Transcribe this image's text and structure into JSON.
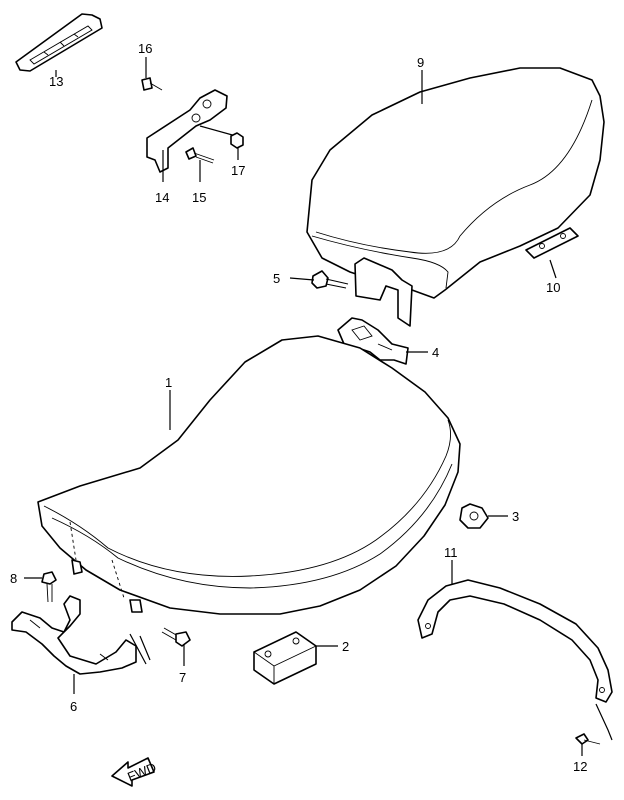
{
  "diagram": {
    "callouts": [
      "1",
      "2",
      "3",
      "4",
      "5",
      "6",
      "7",
      "8",
      "9",
      "10",
      "11",
      "12",
      "13",
      "14",
      "15",
      "16",
      "17"
    ],
    "arrow_text": "FWD",
    "parts": [
      {
        "num": "1",
        "icon": "front-seat-icon"
      },
      {
        "num": "2",
        "icon": "rubber-cushion-icon"
      },
      {
        "num": "3",
        "icon": "nut-icon"
      },
      {
        "num": "4",
        "icon": "bracket-icon"
      },
      {
        "num": "5",
        "icon": "bolt-icon"
      },
      {
        "num": "6",
        "icon": "seat-bracket-icon"
      },
      {
        "num": "7",
        "icon": "bolt-icon"
      },
      {
        "num": "8",
        "icon": "bolt-icon"
      },
      {
        "num": "9",
        "icon": "rear-seat-icon"
      },
      {
        "num": "10",
        "icon": "plate-icon"
      },
      {
        "num": "11",
        "icon": "seat-strap-icon"
      },
      {
        "num": "12",
        "icon": "screw-icon"
      },
      {
        "num": "13",
        "icon": "handle-icon"
      },
      {
        "num": "14",
        "icon": "holder-icon"
      },
      {
        "num": "15",
        "icon": "bolt-icon"
      },
      {
        "num": "16",
        "icon": "bolt-icon"
      },
      {
        "num": "17",
        "icon": "nut-icon"
      }
    ]
  }
}
